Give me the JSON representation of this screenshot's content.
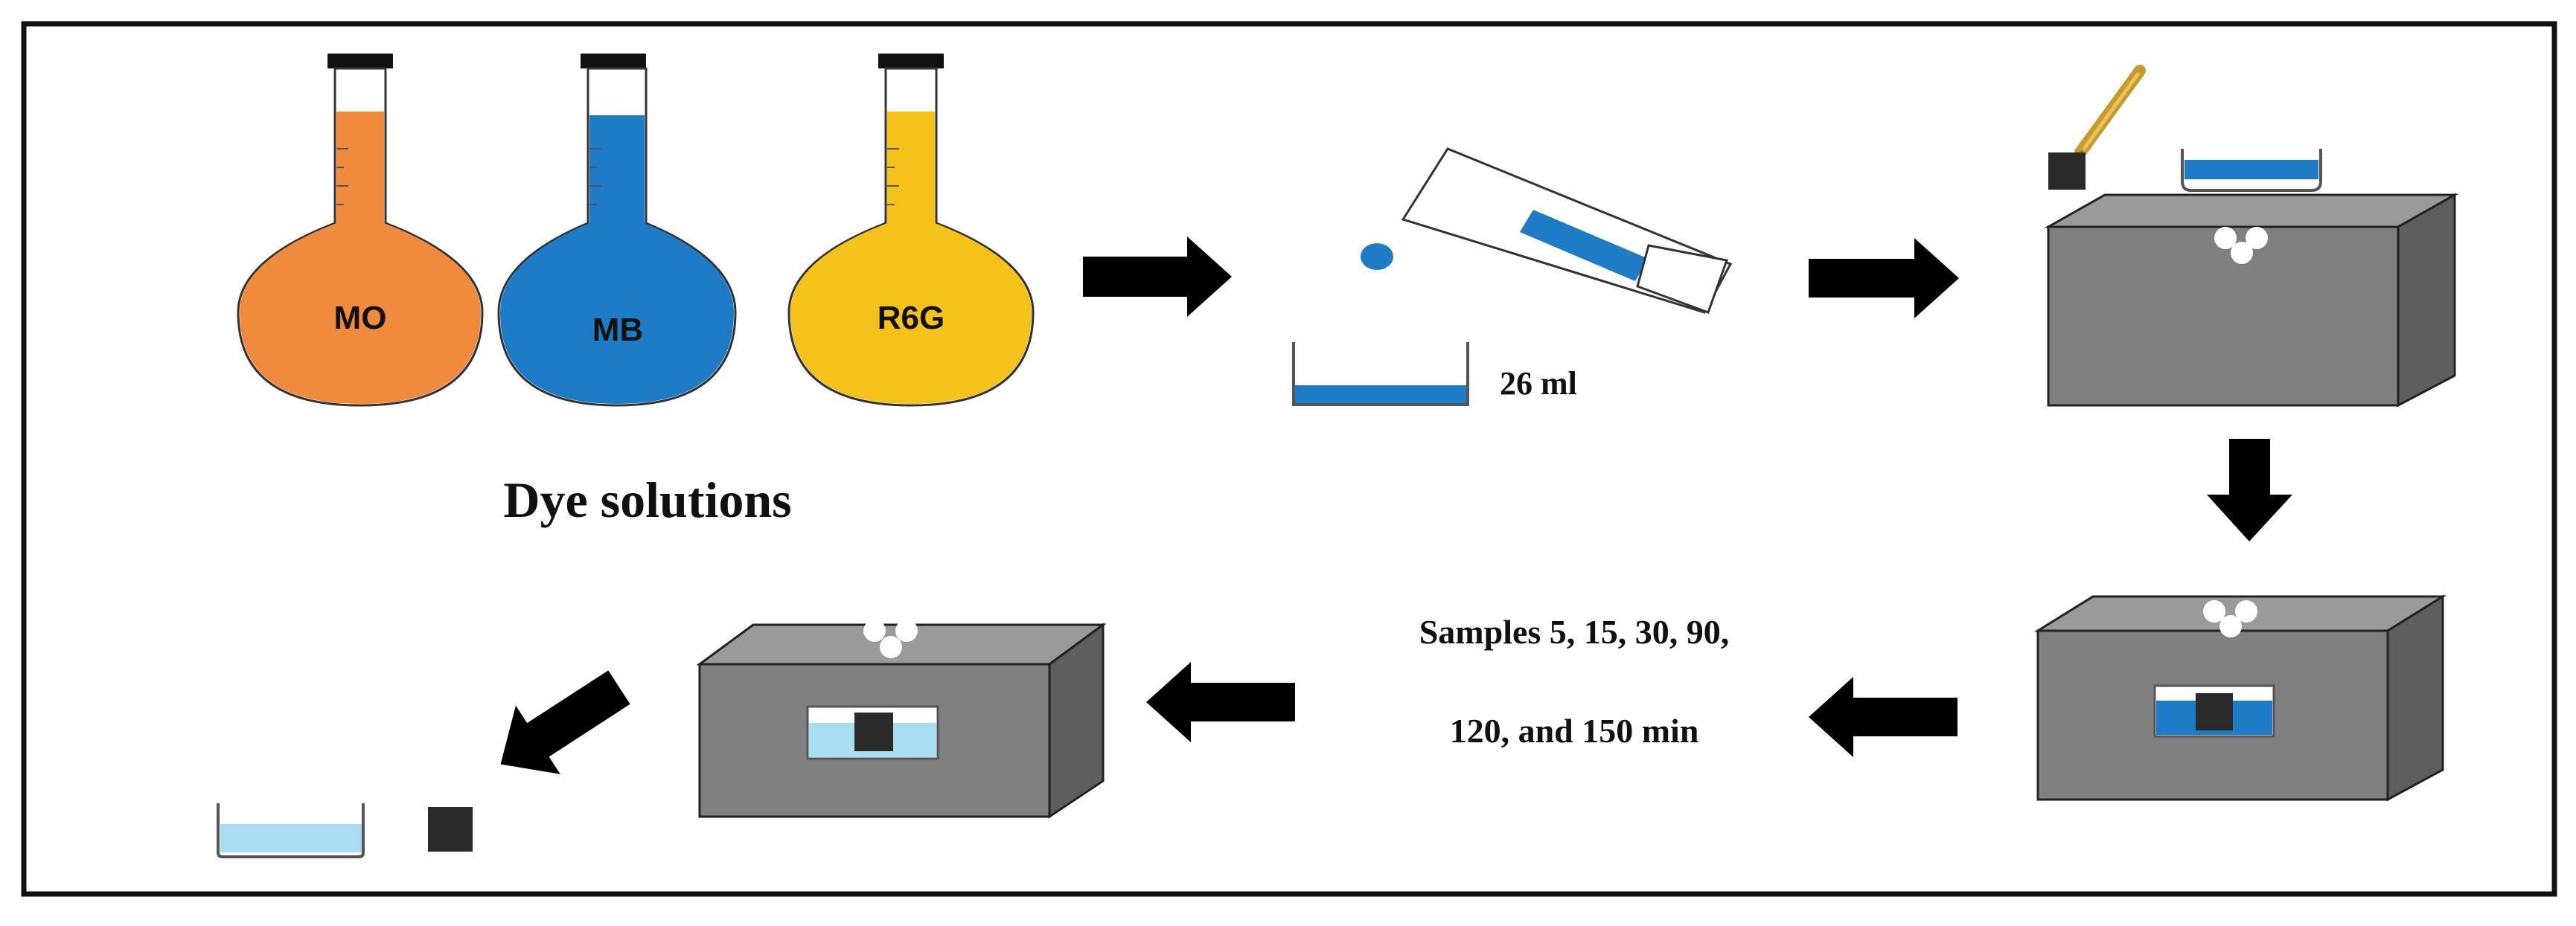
{
  "flasks": [
    {
      "label": "MO",
      "color": "#F08A3C"
    },
    {
      "label": "MB",
      "color": "#1E7BC6"
    },
    {
      "label": "R6G",
      "color": "#F4C21B"
    }
  ],
  "captions": {
    "dye_solutions": "Dye solutions",
    "volume": "26 ml",
    "samples_line1": "Samples 5, 15, 30, 90,",
    "samples_line2": "120, and 150 min"
  },
  "colors": {
    "solution_blue": "#1E7BC6",
    "diluted_blue": "#A9DDF2",
    "box_face": "#808080",
    "box_top": "#9A9A9A",
    "box_side": "#5E5E5E",
    "arrow": "#000000",
    "brush_handle": "#C79A2B"
  }
}
